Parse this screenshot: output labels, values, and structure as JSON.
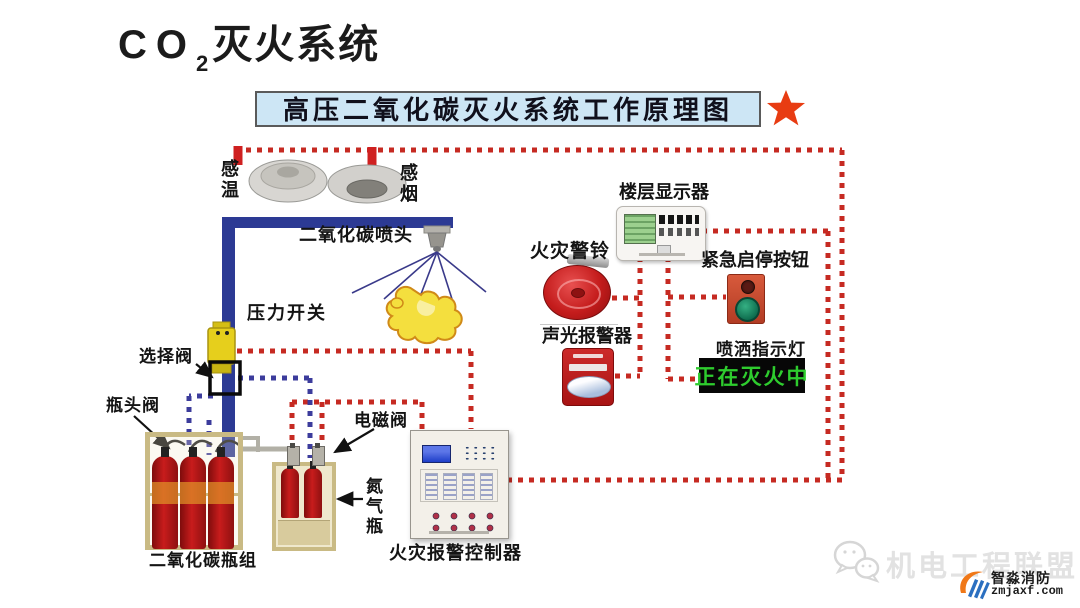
{
  "slide": {
    "title": {
      "prefix": "CO",
      "subscript": "2",
      "suffix": "灭火系统"
    },
    "diagram_title": "高压二氧化碳灭火系统工作原理图"
  },
  "labels": {
    "temp_detector": "感温",
    "smoke_detector": "感烟",
    "co2_nozzle": "二氧化碳喷头",
    "pressure_switch": "压力开关",
    "selector_valve": "选择阀",
    "bottle_head_valve": "瓶头阀",
    "solenoid_valve": "电磁阀",
    "nitrogen_bottle": "氮气瓶",
    "co2_bottle_group": "二氧化碳瓶组",
    "fire_alarm_controller": "火灾报警控制器",
    "fire_alarm_bell": "火灾警铃",
    "sound_light_alarm": "声光报警器",
    "floor_display": "楼层显示器",
    "emergency_button": "紧急启停按钮",
    "spray_indicator_light": "喷洒指示灯",
    "extinguishing_sign": "正在灭火中"
  },
  "branding": {
    "watermark": "机电工程联盟",
    "logo_name": "智淼消防",
    "logo_site": "zmjaxf.com"
  },
  "colors": {
    "signal_line": "#c62a22",
    "pneumatic_line": "#3c3c9c",
    "pipe": "#2c3a94",
    "title_box_bg": "#cde6f5",
    "star": "#e83c12",
    "sign_bg": "#070707",
    "sign_text": "#2ecc2e",
    "cylinder_red": "#c81c1c",
    "frame_tan": "#c9ba84"
  }
}
